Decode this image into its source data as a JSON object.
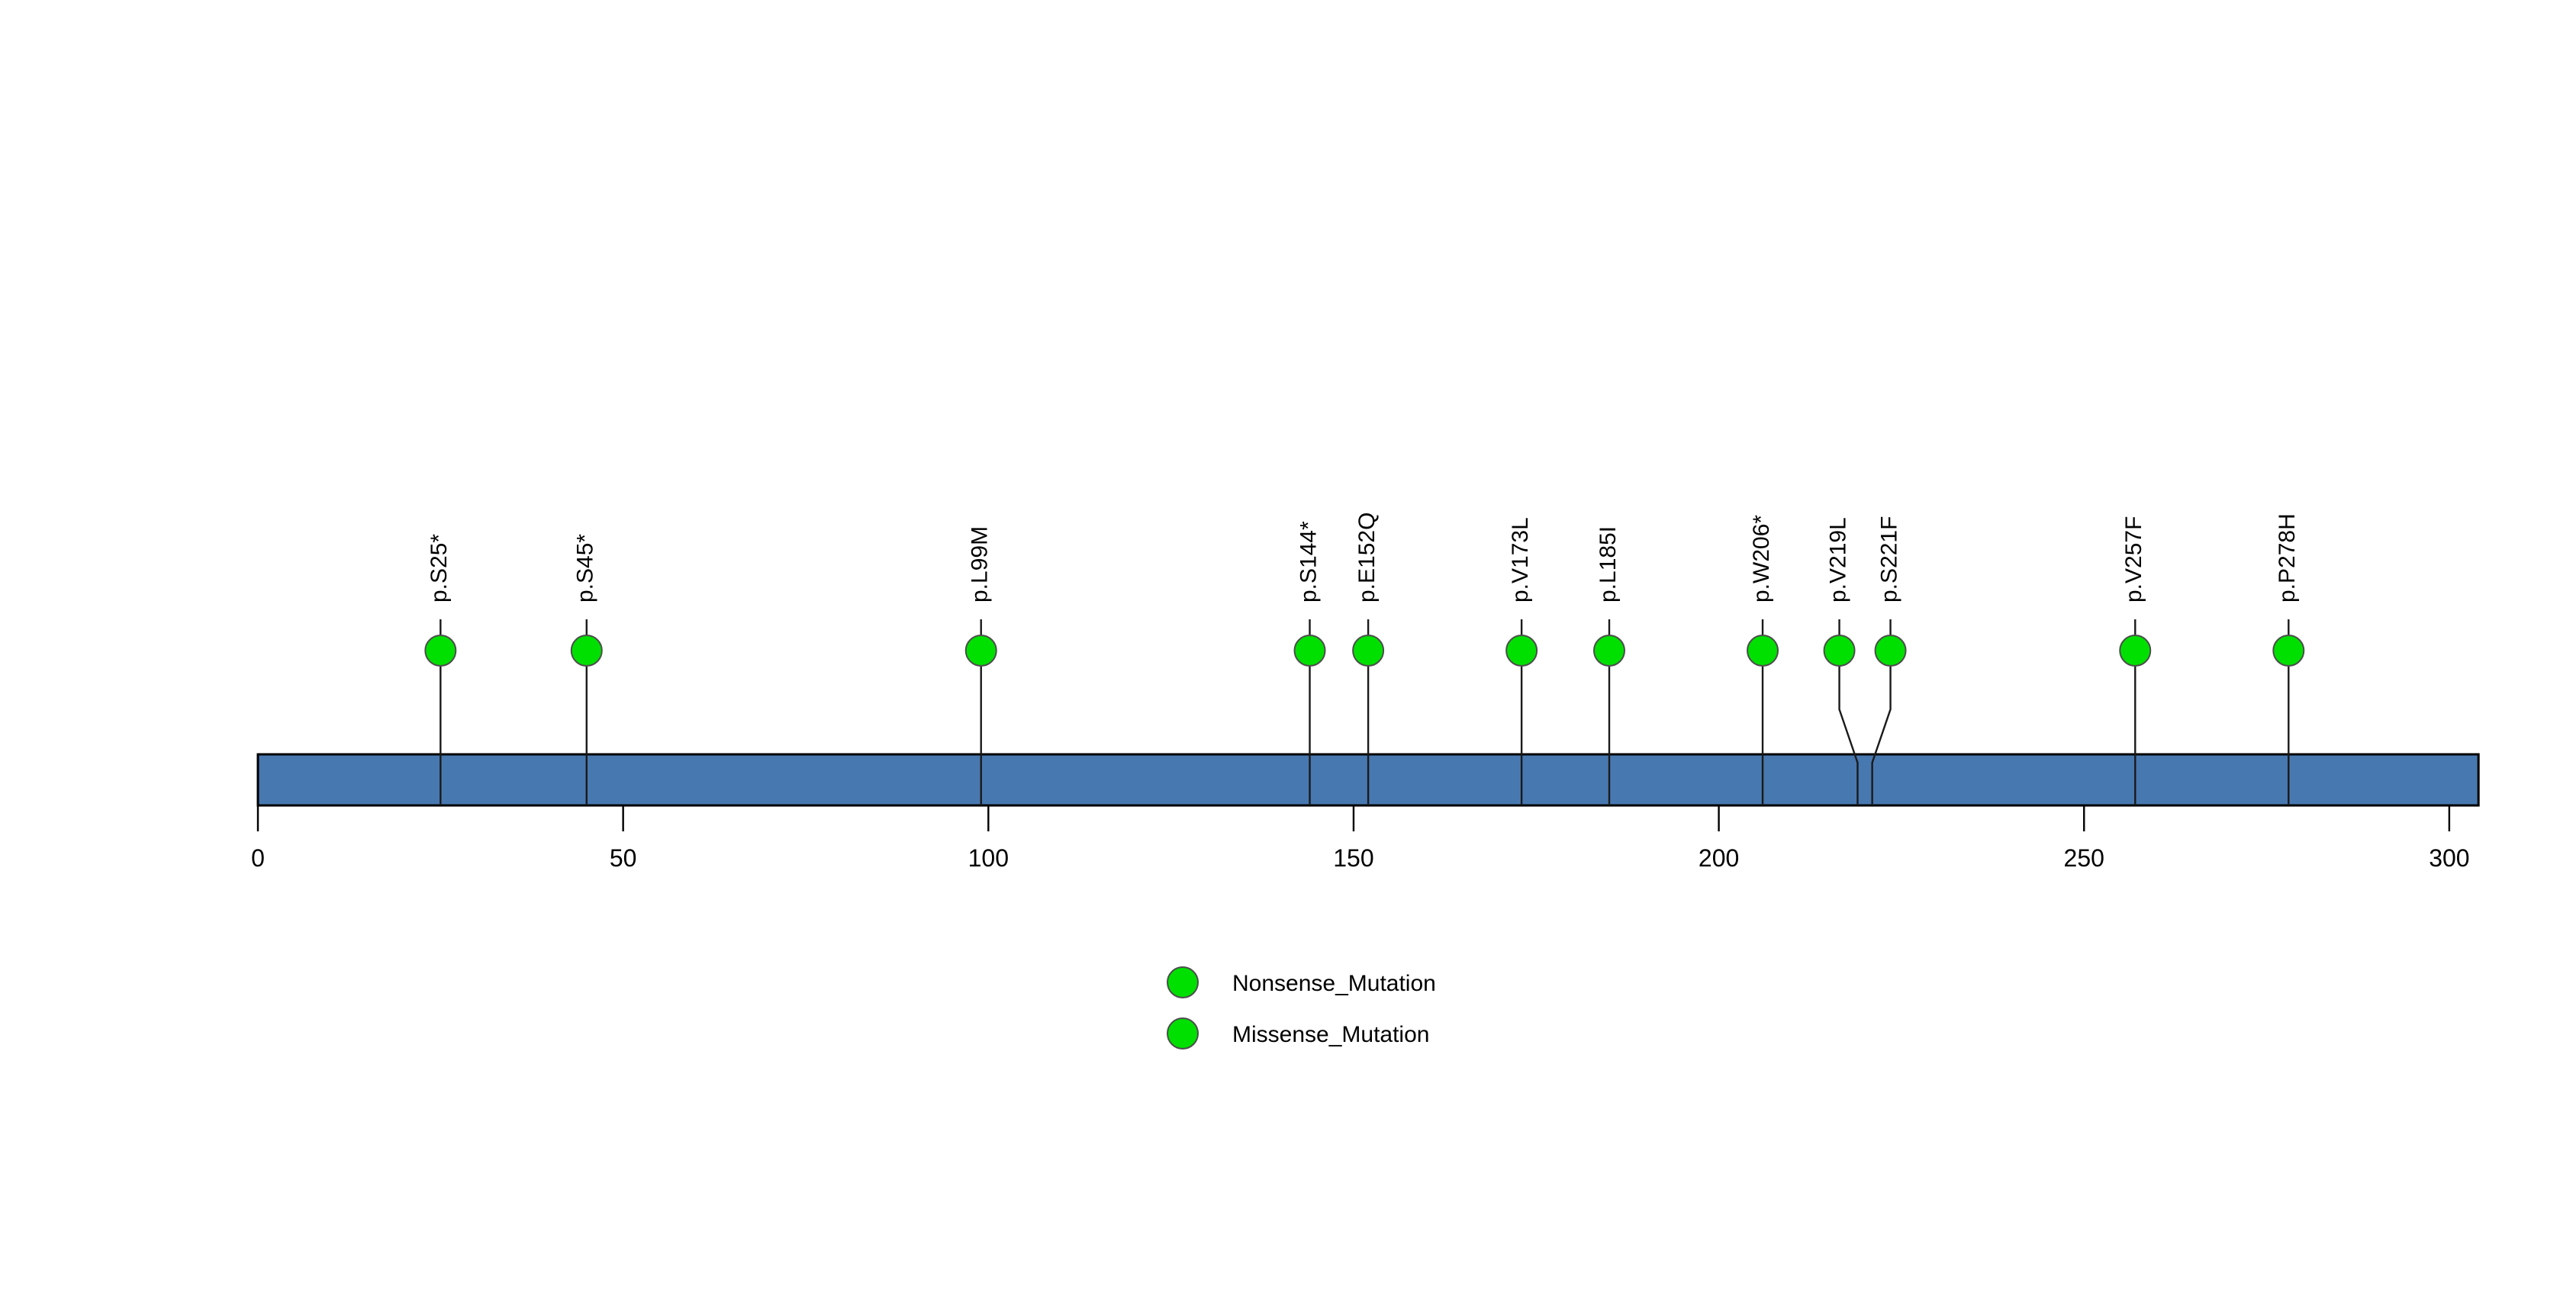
{
  "chart_data": {
    "type": "lollipop",
    "title": "",
    "subtitle": "",
    "xlabel": "",
    "ylabel": "",
    "xlim": [
      0,
      304
    ],
    "axis_ticks": [
      0,
      50,
      100,
      150,
      200,
      250,
      300
    ],
    "axis_tick_labels": [
      "0",
      "50",
      "100",
      "150",
      "200",
      "250",
      "300"
    ],
    "grid": false,
    "legend_position": "bottom-center",
    "protein_track": {
      "name": "protein-backbone",
      "start": 0,
      "end": 304,
      "color": "#4878B0",
      "border_color": "#000000"
    },
    "marker_color": "#00E000",
    "marker_border_color": "#4d4d4d",
    "categories": [
      "Nonsense_Mutation",
      "Missense_Mutation"
    ],
    "mutations": [
      {
        "label": "p.S25*",
        "position": 25,
        "count": 1,
        "type": "Nonsense_Mutation",
        "label_x": 25,
        "color": "#00E000"
      },
      {
        "label": "p.S45*",
        "position": 45,
        "count": 1,
        "type": "Nonsense_Mutation",
        "label_x": 45,
        "color": "#00E000"
      },
      {
        "label": "p.L99M",
        "position": 99,
        "count": 1,
        "type": "Missense_Mutation",
        "label_x": 99,
        "color": "#00E000"
      },
      {
        "label": "p.S144*",
        "position": 144,
        "count": 1,
        "type": "Nonsense_Mutation",
        "label_x": 144,
        "color": "#00E000"
      },
      {
        "label": "p.E152Q",
        "position": 152,
        "count": 1,
        "type": "Missense_Mutation",
        "label_x": 152,
        "color": "#00E000"
      },
      {
        "label": "p.V173L",
        "position": 173,
        "count": 1,
        "type": "Missense_Mutation",
        "label_x": 173,
        "color": "#00E000"
      },
      {
        "label": "p.L185I",
        "position": 185,
        "count": 1,
        "type": "Missense_Mutation",
        "label_x": 185,
        "color": "#00E000"
      },
      {
        "label": "p.W206*",
        "position": 206,
        "count": 1,
        "type": "Nonsense_Mutation",
        "label_x": 206,
        "color": "#00E000"
      },
      {
        "label": "p.V219L",
        "position": 219,
        "count": 1,
        "type": "Missense_Mutation",
        "label_x": 216.5,
        "color": "#00E000"
      },
      {
        "label": "p.S221F",
        "position": 221,
        "count": 1,
        "type": "Missense_Mutation",
        "label_x": 223.5,
        "color": "#00E000"
      },
      {
        "label": "p.V257F",
        "position": 257,
        "count": 1,
        "type": "Missense_Mutation",
        "label_x": 257,
        "color": "#00E000"
      },
      {
        "label": "p.P278H",
        "position": 278,
        "count": 1,
        "type": "Missense_Mutation",
        "label_x": 278,
        "color": "#00E000"
      }
    ],
    "legend": [
      {
        "label": "Nonsense_Mutation",
        "color": "#00E000"
      },
      {
        "label": "Missense_Mutation",
        "color": "#00E000"
      }
    ]
  }
}
